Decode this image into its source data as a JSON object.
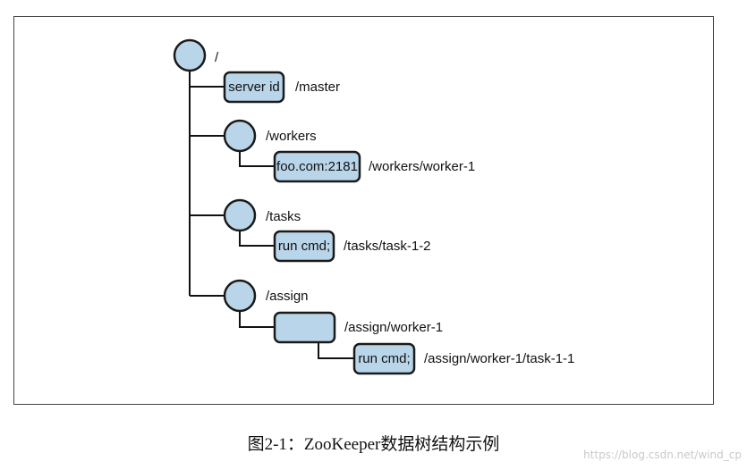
{
  "colors": {
    "node_fill": "#b9d5ea",
    "node_stroke": "#1a1a1a",
    "line": "#111111"
  },
  "tree": {
    "root": {
      "label": "/"
    },
    "master": {
      "box_text": "server id",
      "label": "/master"
    },
    "workers": {
      "label": "/workers"
    },
    "worker1": {
      "box_text": "foo.com:2181",
      "label": "/workers/worker-1"
    },
    "tasks": {
      "label": "/tasks"
    },
    "task12": {
      "box_text": "run cmd;",
      "label": "/tasks/task-1-2"
    },
    "assign": {
      "label": "/assign"
    },
    "assign_worker1": {
      "box_text": "",
      "label": "/assign/worker-1"
    },
    "assign_task": {
      "box_text": "run cmd;",
      "label": "/assign/worker-1/task-1-1"
    }
  },
  "caption": "图2-1：ZooKeeper数据树结构示例",
  "watermark": "https://blog.csdn.net/wind_cp"
}
